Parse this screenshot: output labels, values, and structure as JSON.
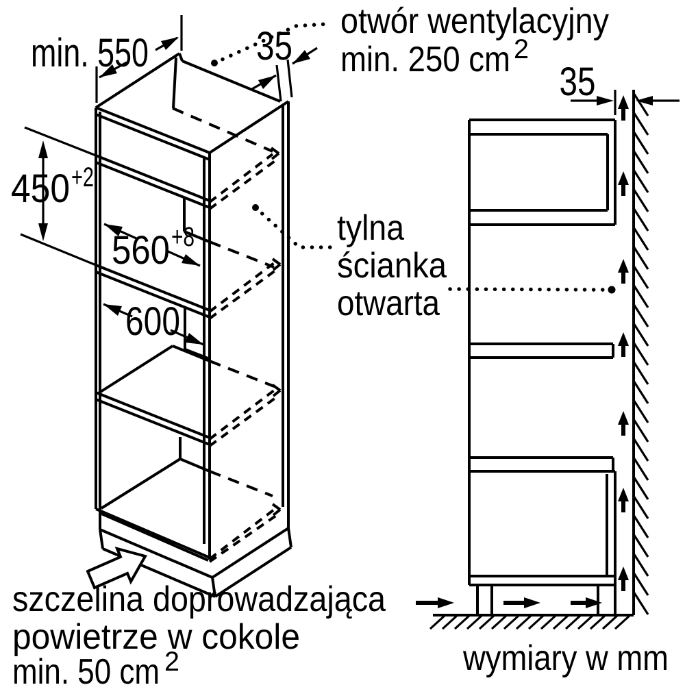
{
  "diagram_type": "appliance-installation-drawing",
  "colors": {
    "line": "#000000",
    "background": "#ffffff"
  },
  "dims": {
    "depth_min": "min. 550",
    "top_gap": "35",
    "niche_height": "450",
    "niche_height_tol": "+2",
    "niche_width": "560",
    "niche_width_tol": "+8",
    "cabinet_width": "600",
    "wall_gap": "35"
  },
  "annotations": {
    "vent_line1": "otwór wentylacyjny",
    "vent_line2": "min. 250 cm",
    "vent_sup": "2",
    "rear_line1": "tylna",
    "rear_line2": "ścianka",
    "rear_line3": "otwarta",
    "plinth_line1": "szczelina doprowadzająca",
    "plinth_line2": "powietrze w cokole",
    "plinth_line3": "min. 50 cm",
    "plinth_sup": "2"
  },
  "caption": "wymiary w mm"
}
